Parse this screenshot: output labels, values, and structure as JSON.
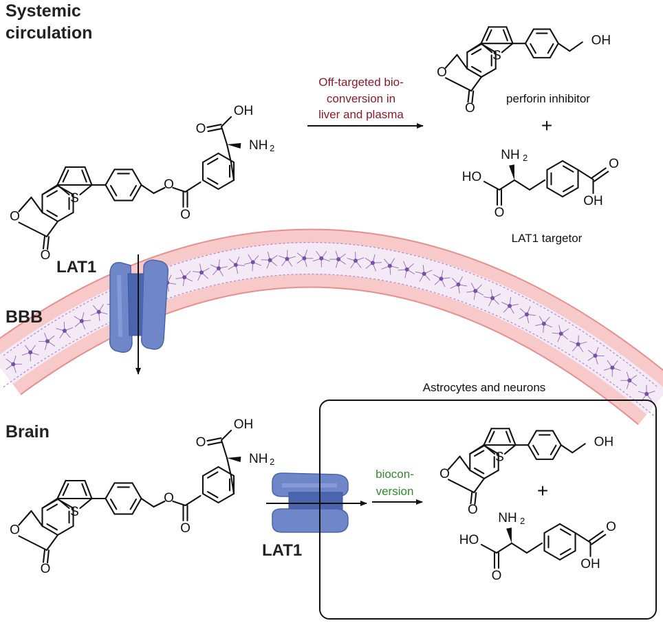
{
  "labels": {
    "systemic_line1": "Systemic",
    "systemic_line2": "circulation",
    "bbb": "BBB",
    "brain": "Brain",
    "lat1_top": "LAT1",
    "lat1_bottom": "LAT1",
    "offtarget_line1": "Off-targeted bio-",
    "offtarget_line2": "conversion in",
    "offtarget_line3": "liver and plasma",
    "bioconversion_line1": "biocon-",
    "bioconversion_line2": "version",
    "perforin_inhibitor": "perforin inhibitor",
    "lat1_targetor": "LAT1 targetor",
    "astrocytes_box_title": "Astrocytes and neurons",
    "plus": "+"
  },
  "atoms": {
    "OH": "OH",
    "HO": "HO",
    "NH": "NH",
    "two": "2",
    "O": "O",
    "S": "S"
  },
  "colors": {
    "offtarget_text": "#8b1a2a",
    "bioconversion_text": "#2e8b2e",
    "membrane_fill": "#f7c9c9",
    "membrane_edge": "#e08080",
    "cells_fill": "#f3eaf6",
    "cell_color": "#7a4fa8",
    "transporter_fill": "#6f86c8",
    "transporter_dark": "#4a64ad",
    "transporter_light": "#8fa3db"
  },
  "icons": {
    "transporter": "lat1-transporter-icon",
    "arrow": "reaction-arrow-icon"
  }
}
